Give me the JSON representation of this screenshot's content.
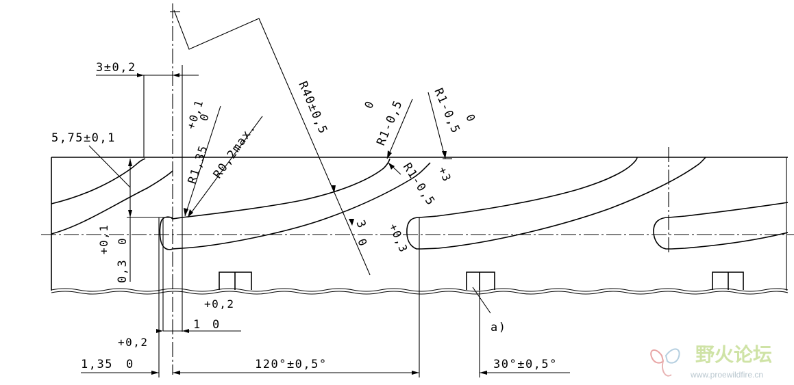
{
  "dimensions": {
    "d1": "3±0,2",
    "d2": "5,75±0,1",
    "d3_main": "R1,35",
    "d3_upper": "+0,1",
    "d3_lower": "0",
    "d4": "R0,2max.",
    "d5": "R40±0,5",
    "d6_main": "R1-0,5",
    "d6_zero": "0",
    "d7_main": "R1-0,5",
    "d7_zero": "0",
    "d8_main": "R1-0,5",
    "d8_plus": "+3",
    "d9_main": "3",
    "d9_upper": "+0,3",
    "d9_lower": "0",
    "d10_main": "0,3",
    "d10_upper": "+0,1",
    "d10_lower": "0",
    "d11_main": "1",
    "d11_upper": "+0,2",
    "d11_lower": "0",
    "d12_main": "1,35",
    "d12_upper": "+0,2",
    "d12_lower": "0",
    "d13": "120°±0,5°",
    "d14": "30°±0,5°"
  },
  "callout": "a)",
  "watermark": {
    "logo": "butterfly-logo",
    "name_cn": "野火论坛",
    "url": "www.proewildfire.cn"
  }
}
